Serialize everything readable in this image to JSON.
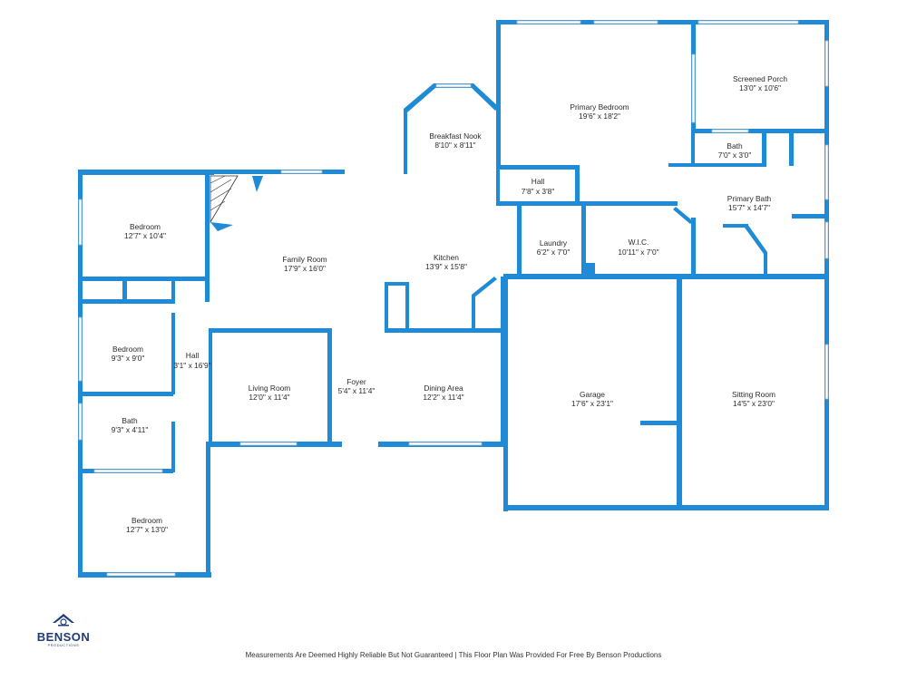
{
  "rooms": {
    "screened_porch": {
      "name": "Screened Porch",
      "dims": "13'0\" x 10'6\""
    },
    "primary_bedroom": {
      "name": "Primary Bedroom",
      "dims": "19'6\" x 18'2\""
    },
    "breakfast_nook": {
      "name": "Breakfast Nook",
      "dims": "8'10\" x 8'11\""
    },
    "bath_primary_small": {
      "name": "Bath",
      "dims": "7'0\" x 3'0\""
    },
    "hall_upper": {
      "name": "Hall",
      "dims": "7'8\" x 3'8\""
    },
    "primary_bath": {
      "name": "Primary Bath",
      "dims": "15'7\" x 14'7\""
    },
    "bedroom_top_left": {
      "name": "Bedroom",
      "dims": "12'7\" x 10'4\""
    },
    "family_room": {
      "name": "Family Room",
      "dims": "17'9\" x 16'0\""
    },
    "kitchen": {
      "name": "Kitchen",
      "dims": "13'9\" x 15'8\""
    },
    "laundry": {
      "name": "Laundry",
      "dims": "6'2\" x 7'0\""
    },
    "wic": {
      "name": "W.I.C.",
      "dims": "10'11\" x 7'0\""
    },
    "bedroom_mid_left": {
      "name": "Bedroom",
      "dims": "9'3\" x 9'0\""
    },
    "hall_left": {
      "name": "Hall",
      "dims": "3'1\" x 16'9\""
    },
    "living_room": {
      "name": "Living Room",
      "dims": "12'0\" x 11'4\""
    },
    "foyer": {
      "name": "Foyer",
      "dims": "5'4\" x 11'4\""
    },
    "dining_area": {
      "name": "Dining Area",
      "dims": "12'2\" x 11'4\""
    },
    "garage": {
      "name": "Garage",
      "dims": "17'6\" x 23'1\""
    },
    "sitting_room": {
      "name": "Sitting Room",
      "dims": "14'5\" x 23'0\""
    },
    "bath_left": {
      "name": "Bath",
      "dims": "9'3\" x 4'11\""
    },
    "bedroom_bottom_left": {
      "name": "Bedroom",
      "dims": "12'7\" x 13'0\""
    }
  },
  "logo": {
    "name": "BENSON",
    "tagline": "PRODUCTIONS"
  },
  "footer": {
    "disclaimer": "Measurements Are Deemed Highly Reliable But Not Guaranteed | This Floor Plan Was Provided For Free By Benson Productions"
  },
  "colors": {
    "wall": "#1f8ad6",
    "logo": "#1e3c78",
    "text": "#2b2b2b"
  }
}
